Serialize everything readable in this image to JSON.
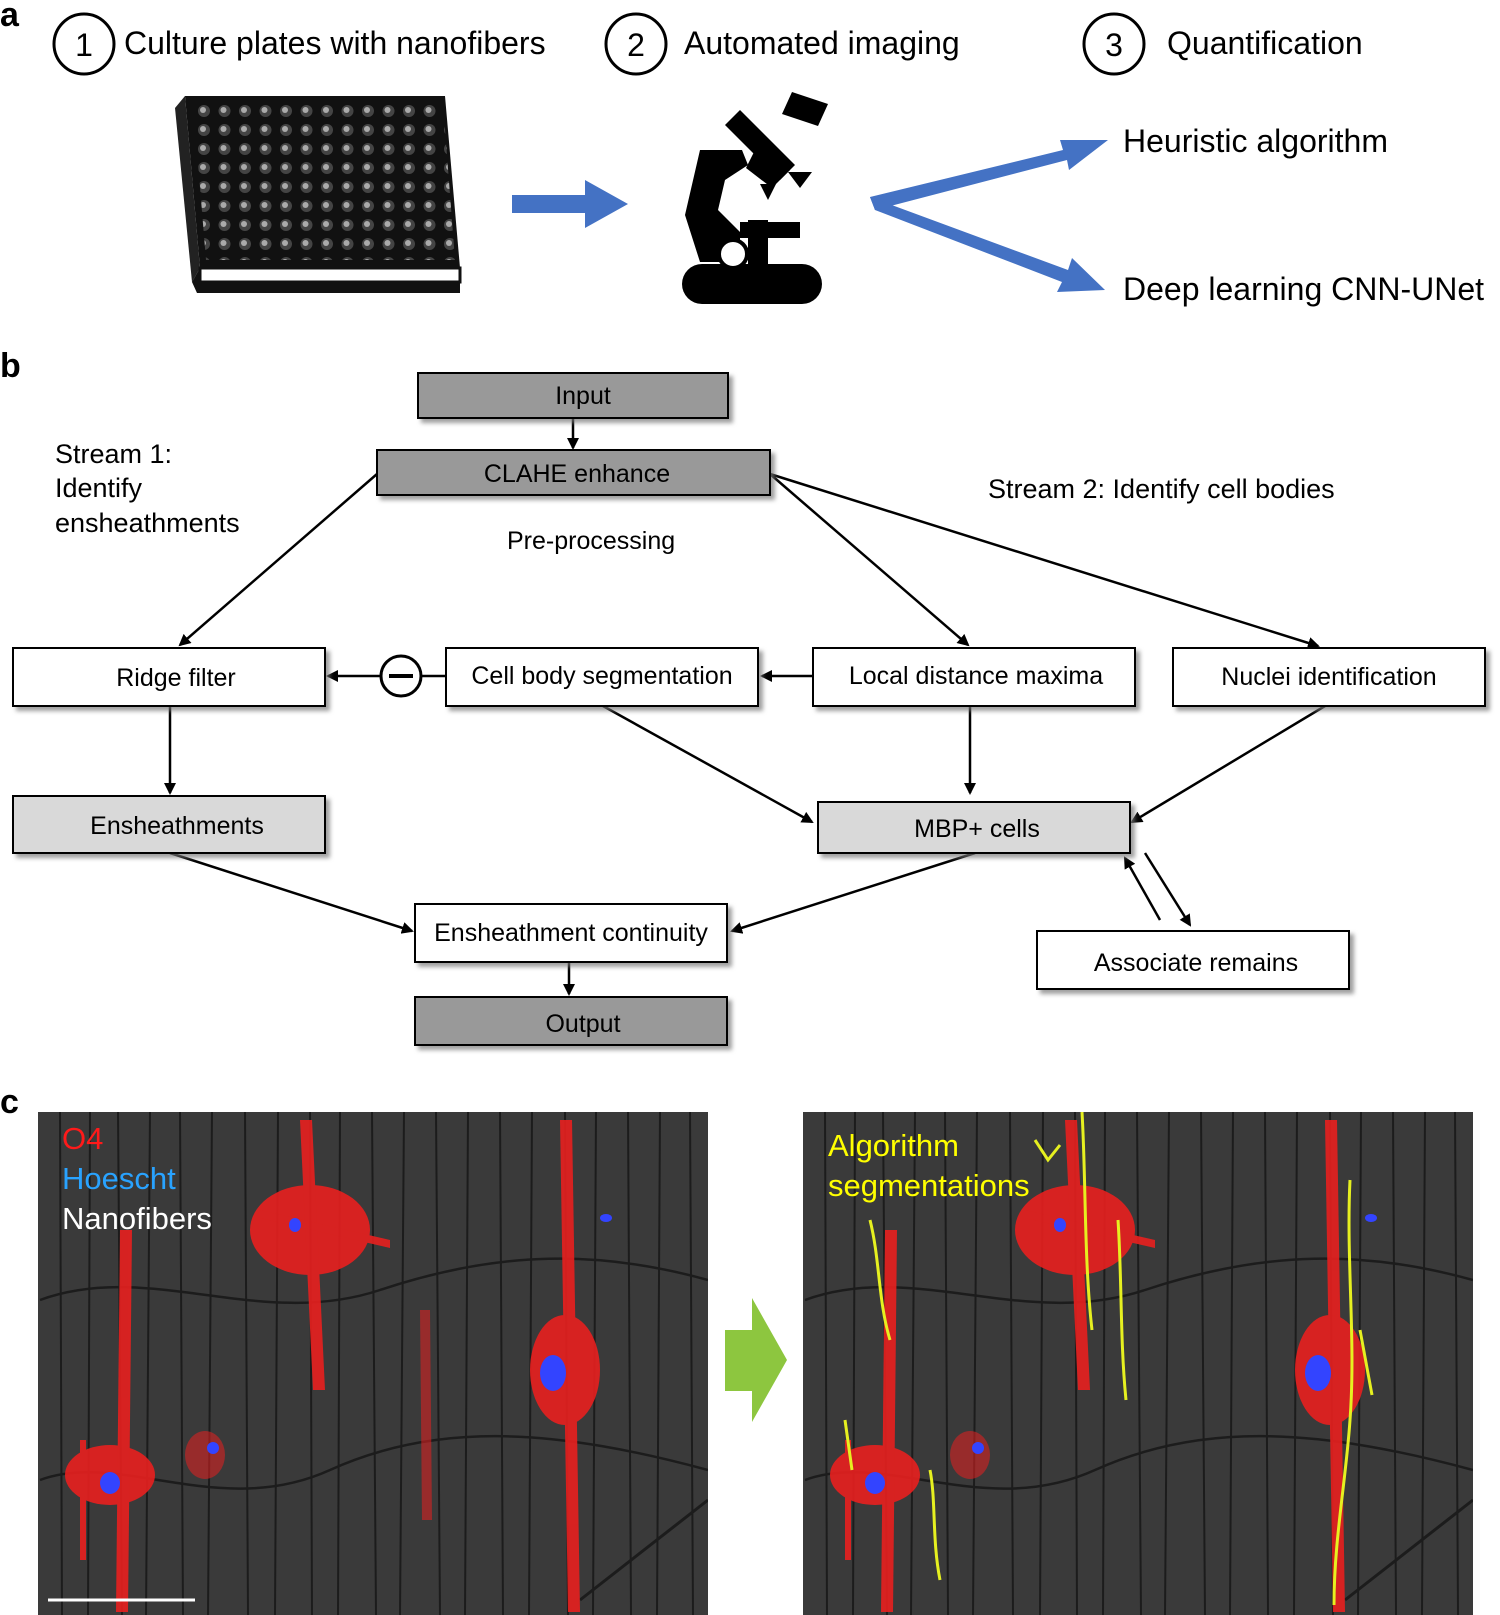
{
  "panel_a": {
    "letter": "a",
    "steps": [
      {
        "num": "1",
        "label": "Culture plates with nanofibers"
      },
      {
        "num": "2",
        "label": "Automated imaging"
      },
      {
        "num": "3",
        "label": "Quantification"
      }
    ],
    "outputs": [
      "Heuristic algorithm",
      "Deep learning CNN-UNet"
    ]
  },
  "panel_b": {
    "letter": "b",
    "nodes": {
      "input": "Input",
      "clahe": "CLAHE enhance",
      "ridge": "Ridge filter",
      "cellbody": "Cell body segmentation",
      "localmax": "Local distance maxima",
      "nuclei": "Nuclei identification",
      "ensheath": "Ensheathments",
      "mbp": "MBP+ cells",
      "continuity": "Ensheathment continuity",
      "associate": "Associate remains",
      "output": "Output"
    },
    "stream1": [
      "Stream 1:",
      "Identify",
      "ensheathments"
    ],
    "stream2": "Stream 2: Identify cell bodies",
    "preprocessing": "Pre-processing",
    "minus_icon": "minus-circle-icon"
  },
  "panel_c": {
    "letter": "c",
    "legend": [
      "O4",
      "Hoescht",
      "Nanofibers"
    ],
    "legend_colors": [
      "#ff1a1a",
      "#29a3ff",
      "#ffffff"
    ],
    "seg_label": [
      "Algorithm",
      "segmentations"
    ],
    "seg_color": "#ffff00",
    "arrow_color": "#8dc63f"
  },
  "colors": {
    "arrow_blue": "#4472c4",
    "box_dark": "#999999",
    "box_light": "#d9d9d9"
  }
}
